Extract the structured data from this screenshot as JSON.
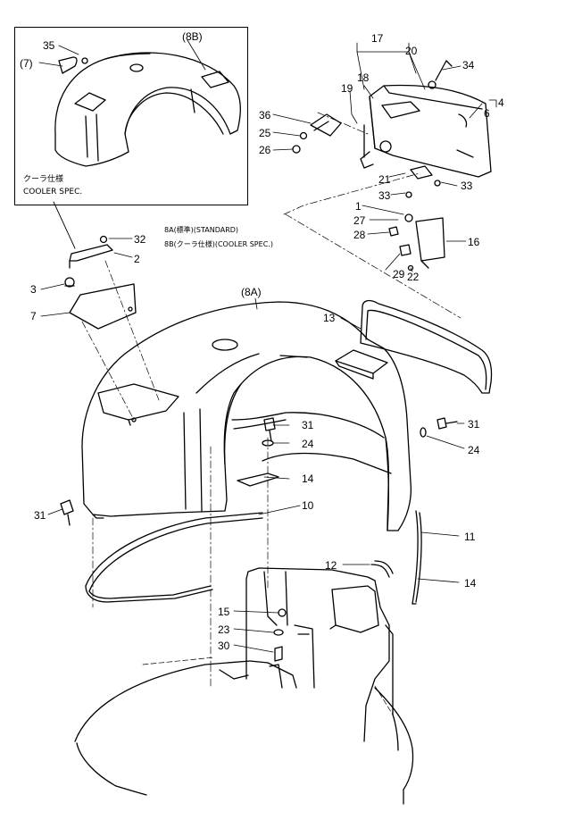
{
  "inset": {
    "title": "(8B)",
    "part_7": "(7)",
    "part_35": "35",
    "note_jp": "クーラ仕様",
    "note_en": "COOLER SPEC."
  },
  "legend": {
    "line1": "8A(標準)(STANDARD)",
    "line2": "8B(クーラ仕様)(COOLER SPEC.)"
  },
  "main_label": "(8A)",
  "parts": {
    "p1": "1",
    "p2": "2",
    "p3": "3",
    "p4": "4",
    "p6": "6",
    "p7": "7",
    "p10": "10",
    "p11": "11",
    "p12": "12",
    "p13": "13",
    "p14a": "14",
    "p14b": "14",
    "p15": "15",
    "p16": "16",
    "p17": "17",
    "p18": "18",
    "p19": "19",
    "p20": "20",
    "p21": "21",
    "p22": "22",
    "p23": "23",
    "p24a": "24",
    "p24b": "24",
    "p25": "25",
    "p26": "26",
    "p27": "27",
    "p28": "28",
    "p29": "29",
    "p30": "30",
    "p31a": "31",
    "p31b": "31",
    "p31c": "31",
    "p32": "32",
    "p33a": "33",
    "p33b": "33",
    "p34": "34",
    "p36": "36"
  }
}
